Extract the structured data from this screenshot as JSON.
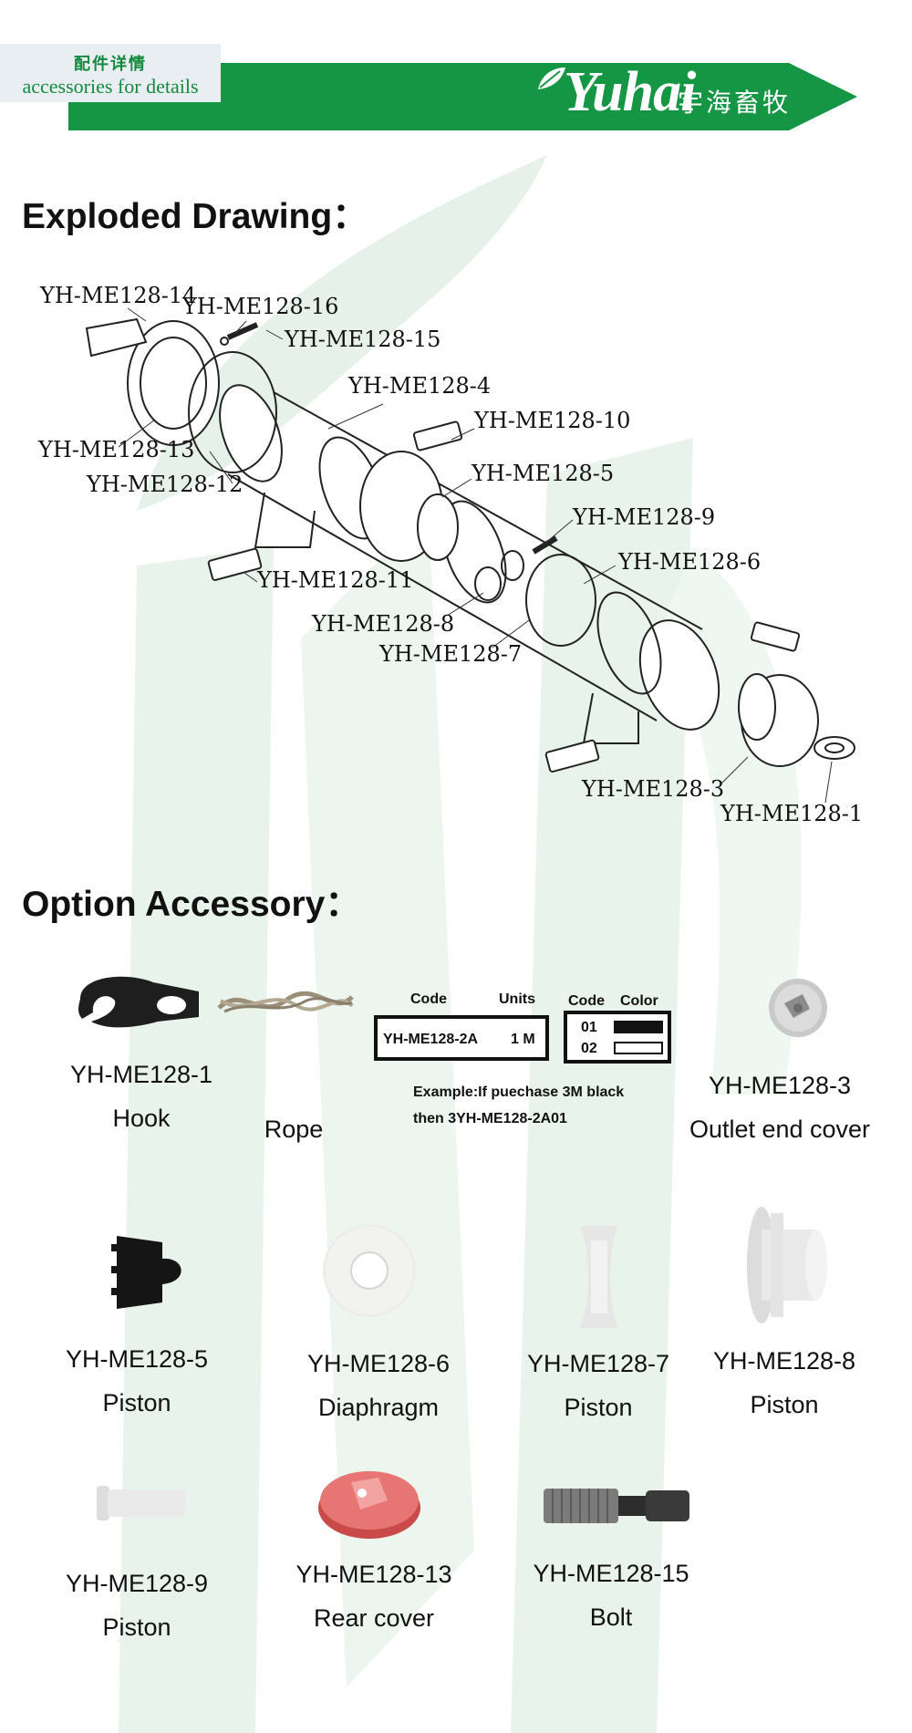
{
  "header": {
    "tag_cn": "配件详情",
    "tag_en": "accessories for details",
    "logo_text": "Yuhai",
    "logo_cn": "宇海畜牧",
    "brand_color": "#159645"
  },
  "exploded": {
    "heading": "Exploded Drawing：",
    "callouts": [
      "YH-ME128-14",
      "YH-ME128-16",
      "YH-ME128-15",
      "YH-ME128-4",
      "YH-ME128-10",
      "YH-ME128-13",
      "YH-ME128-12",
      "YH-ME128-5",
      "YH-ME128-9",
      "YH-ME128-6",
      "YH-ME128-11",
      "YH-ME128-8",
      "YH-ME128-7",
      "YH-ME128-3",
      "YH-ME128-1"
    ]
  },
  "options": {
    "heading": "Option Accessory：",
    "code_table": {
      "h_code": "Code",
      "h_units": "Units",
      "h_code2": "Code",
      "h_color": "Color",
      "code_value": "YH-ME128-2A",
      "units_value": "1 M",
      "color_rows": [
        {
          "code": "01",
          "color": "#111111"
        },
        {
          "code": "02",
          "color": "#ffffff"
        }
      ],
      "example_line1": "Example:If puechase 3M black",
      "example_line2": "then 3YH-ME128-2A01"
    },
    "items": [
      {
        "code": "YH-ME128-1",
        "name": "Hook",
        "icon": "hook-icon"
      },
      {
        "code": "",
        "name": "Rope",
        "icon": "rope-icon"
      },
      {
        "code": "YH-ME128-3",
        "name": "Outlet end cover",
        "icon": "end-cover-icon"
      },
      {
        "code": "YH-ME128-5",
        "name": "Piston",
        "icon": "piston-icon"
      },
      {
        "code": "YH-ME128-6",
        "name": "Diaphragm",
        "icon": "diaphragm-icon"
      },
      {
        "code": "YH-ME128-7",
        "name": "Piston",
        "icon": "piston-icon"
      },
      {
        "code": "YH-ME128-8",
        "name": "Piston",
        "icon": "piston-icon"
      },
      {
        "code": "YH-ME128-9",
        "name": "Piston",
        "icon": "piston-icon"
      },
      {
        "code": "YH-ME128-13",
        "name": "Rear cover",
        "icon": "rear-cover-icon"
      },
      {
        "code": "YH-ME128-15",
        "name": "Bolt",
        "icon": "bolt-icon"
      }
    ]
  }
}
